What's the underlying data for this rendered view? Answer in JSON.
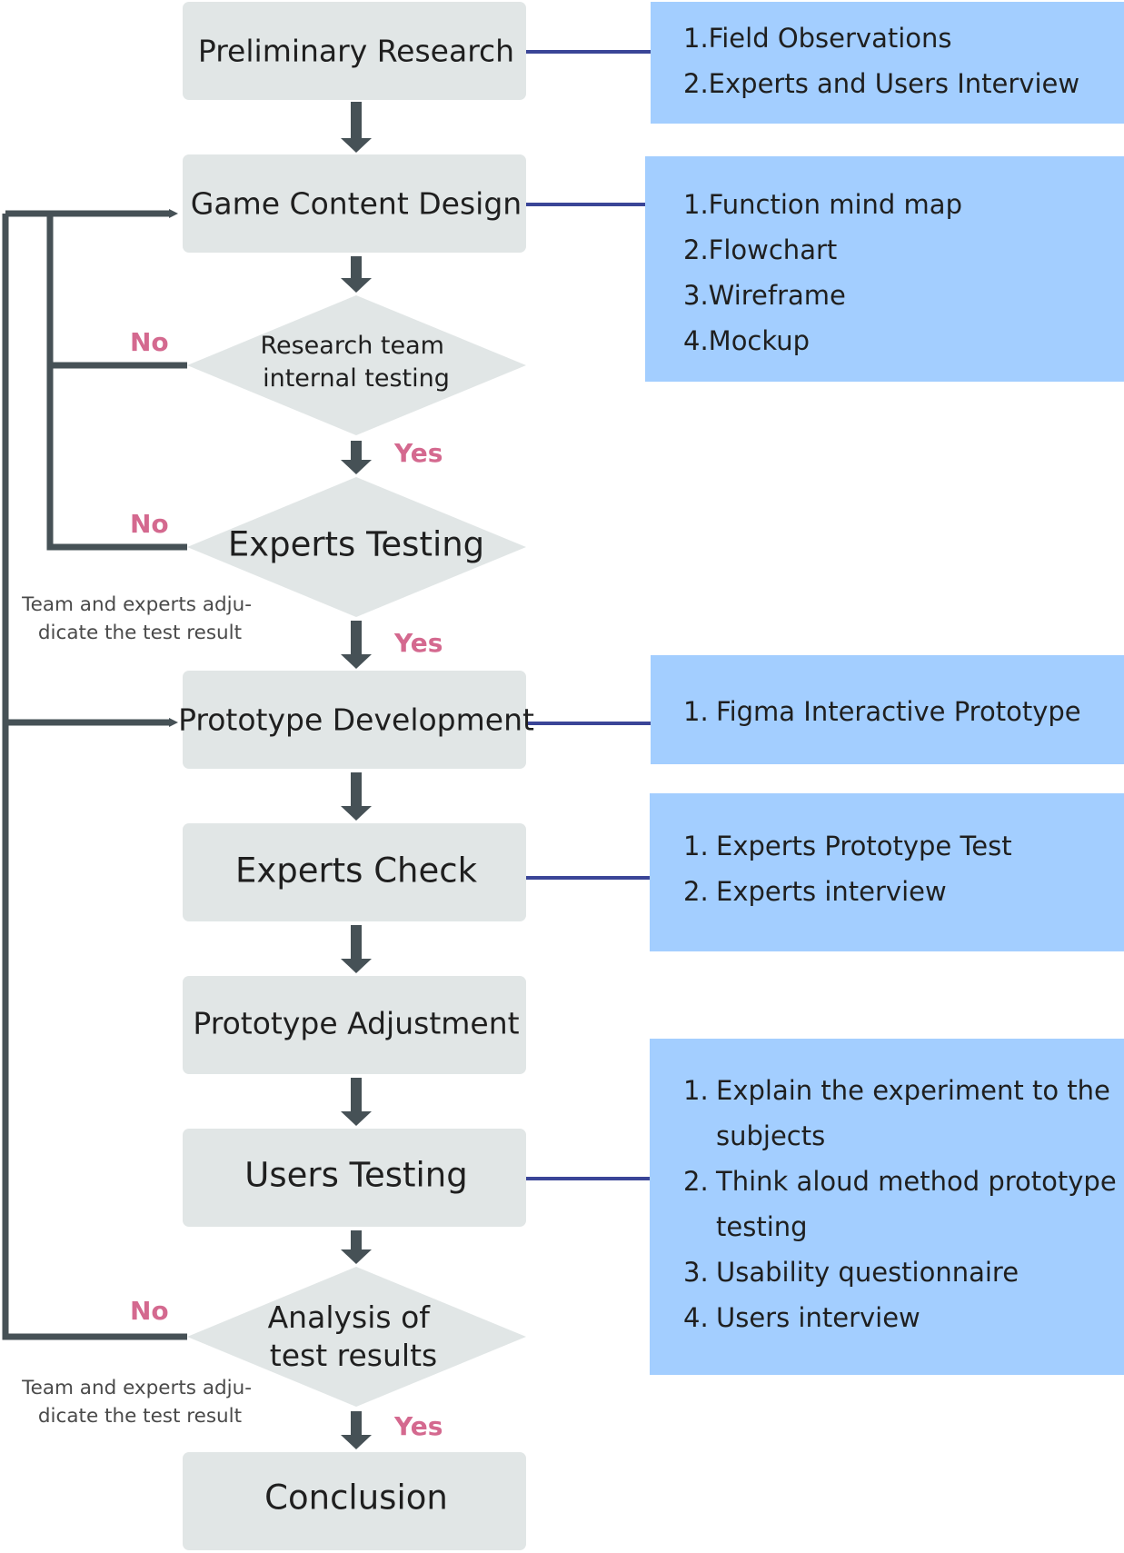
{
  "colors": {
    "process_fill": "#e1e6e6",
    "decision_fill": "#e1e6e6",
    "side_panel_fill": "#a3ceff",
    "arrow": "#465156",
    "connector": "#3a4597",
    "yes_no_label": "#d4698f",
    "note_text": "#4a4a4a"
  },
  "nodes": {
    "preliminary_research": "Preliminary Research",
    "game_content_design": "Game Content Design",
    "research_team_testing": [
      "Research team",
      "internal testing"
    ],
    "experts_testing": "Experts Testing",
    "prototype_development": "Prototype Development",
    "experts_check": "Experts Check",
    "prototype_adjustment": "Prototype Adjustment",
    "users_testing": "Users Testing",
    "analysis": [
      "Analysis of",
      "test results"
    ],
    "conclusion": "Conclusion"
  },
  "edge_labels": {
    "yes": "Yes",
    "no": "No"
  },
  "notes": {
    "adjudicate_1": [
      "Team and experts adju-",
      "dicate the test result"
    ],
    "adjudicate_2": [
      "Team and experts adju-",
      "dicate the test result"
    ]
  },
  "side_panels": {
    "research_methods": [
      "1.Field Observations",
      "2.Experts and Users Interview"
    ],
    "design_outputs": [
      "1.Function mind map",
      "2.Flowchart",
      "3.Wireframe",
      "4.Mockup"
    ],
    "prototype_tools": [
      {
        "num": "1.",
        "text": "Figma Interactive Prototype"
      }
    ],
    "expert_check_methods": [
      {
        "num": "1.",
        "text": "Experts Prototype Test"
      },
      {
        "num": "2.",
        "text": "Experts interview"
      }
    ],
    "user_testing_methods": [
      {
        "num": "1.",
        "text": "Explain the experiment to the"
      },
      {
        "num": "",
        "text": "subjects"
      },
      {
        "num": "2.",
        "text": "Think aloud method prototype"
      },
      {
        "num": "",
        "text": "testing"
      },
      {
        "num": "3.",
        "text": "Usability questionnaire"
      },
      {
        "num": "4.",
        "text": "Users interview"
      }
    ]
  }
}
